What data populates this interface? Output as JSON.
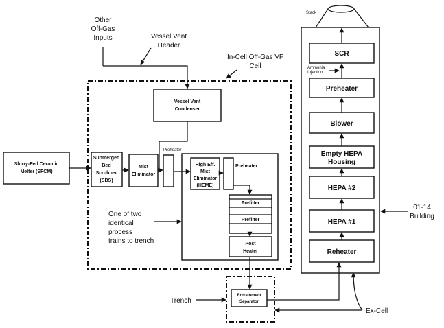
{
  "labels": {
    "stack": "Stack",
    "other_offgas": [
      "Other",
      "Off-Gas",
      "Inputs"
    ],
    "vessel_vent_header": [
      "Vessel Vent",
      "Header"
    ],
    "incell_cell": [
      "In-Cell Off-Gas VF",
      "Cell"
    ],
    "one_of_two": [
      "One of two",
      "identical",
      "process",
      "trains to trench"
    ],
    "trench": "Trench",
    "ex_cell": "Ex-Cell",
    "building": [
      "01-14",
      "Building"
    ],
    "ammonia_injection": [
      "Ammonia",
      "Injection"
    ]
  },
  "blocks": {
    "sfcm": [
      "Slurry-Fed Ceramic",
      "Melter (SFCM)"
    ],
    "sbs": [
      "Submerged",
      "Bed",
      "Scrubber",
      "(SBS)"
    ],
    "mist_eliminator": [
      "Mist",
      "Eliminator"
    ],
    "preheater_small": "Preheater",
    "vessel_vent_condenser": [
      "Vessel Vent",
      "Condenser"
    ],
    "heme": [
      "High Eff.",
      "Mist",
      "Eliminator",
      "(HEME)"
    ],
    "preheater2": "Preheater",
    "prefilter1": "Prefilter",
    "prefilter2": "Prefilter",
    "post_heater": [
      "Post",
      "Heater"
    ],
    "entrainment_separator": [
      "Entrainment",
      "Separator"
    ],
    "scr": "SCR",
    "preheater_stack": "Preheater",
    "blower": "Blower",
    "empty_hepa": [
      "Empty HEPA",
      "Housing"
    ],
    "hepa2": "HEPA #2",
    "hepa1": "HEPA #1",
    "reheater": "Reheater"
  },
  "colors": {
    "ink": "#111111",
    "background": "#ffffff"
  }
}
